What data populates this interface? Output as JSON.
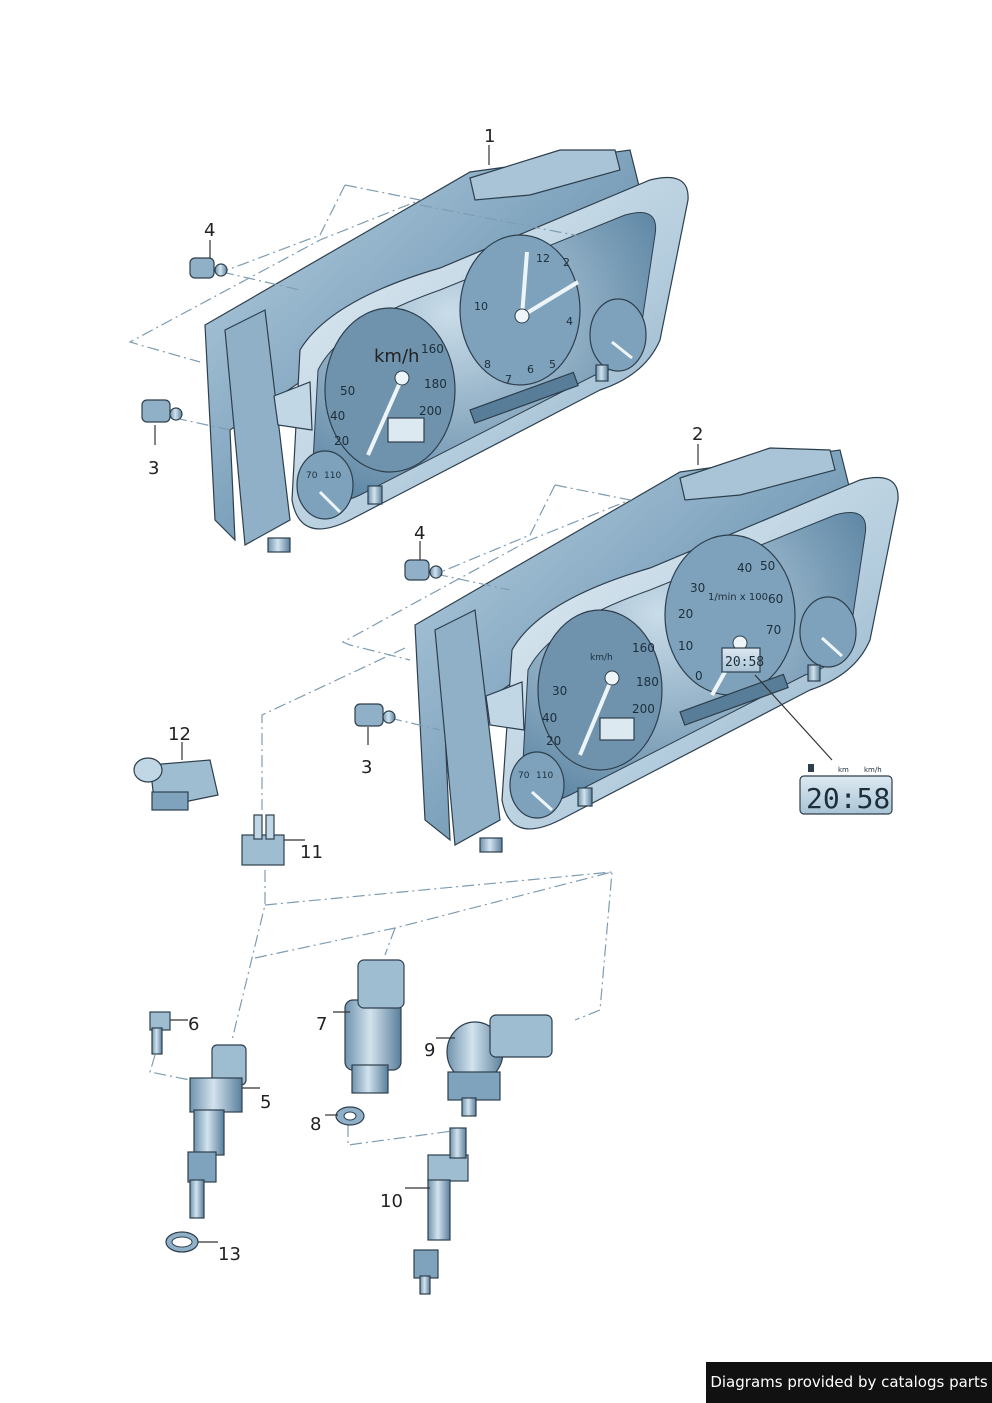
{
  "labels": {
    "p1": "1",
    "p2": "2",
    "p3a": "3",
    "p3b": "3",
    "p4a": "4",
    "p4b": "4",
    "p5": "5",
    "p6": "6",
    "p7": "7",
    "p8": "8",
    "p9": "9",
    "p10": "10",
    "p11": "11",
    "p12": "12",
    "p13": "13"
  },
  "cluster1": {
    "speedo_unit": "km/h",
    "speedo_ticks": [
      "20",
      "40",
      "50",
      "160",
      "180",
      "200"
    ],
    "clock_ticks": [
      "12",
      "2",
      "4",
      "5",
      "6",
      "7",
      "8",
      "10"
    ],
    "temp_ticks": [
      "70",
      "110"
    ]
  },
  "cluster2": {
    "speedo_unit": "km/h",
    "speedo_ticks": [
      "20",
      "30",
      "40",
      "160",
      "180",
      "200"
    ],
    "tacho_unit": "1/min x 100",
    "tacho_ticks": [
      "0",
      "10",
      "20",
      "30",
      "40",
      "50",
      "60",
      "70"
    ],
    "temp_ticks": [
      "70",
      "110"
    ],
    "lcd": "20:58"
  },
  "lcd_detail": {
    "time": "20:58",
    "unit_left": "km",
    "unit_right": "km/h"
  },
  "footer": {
    "text": "Diagrams provided by catalogs parts"
  }
}
